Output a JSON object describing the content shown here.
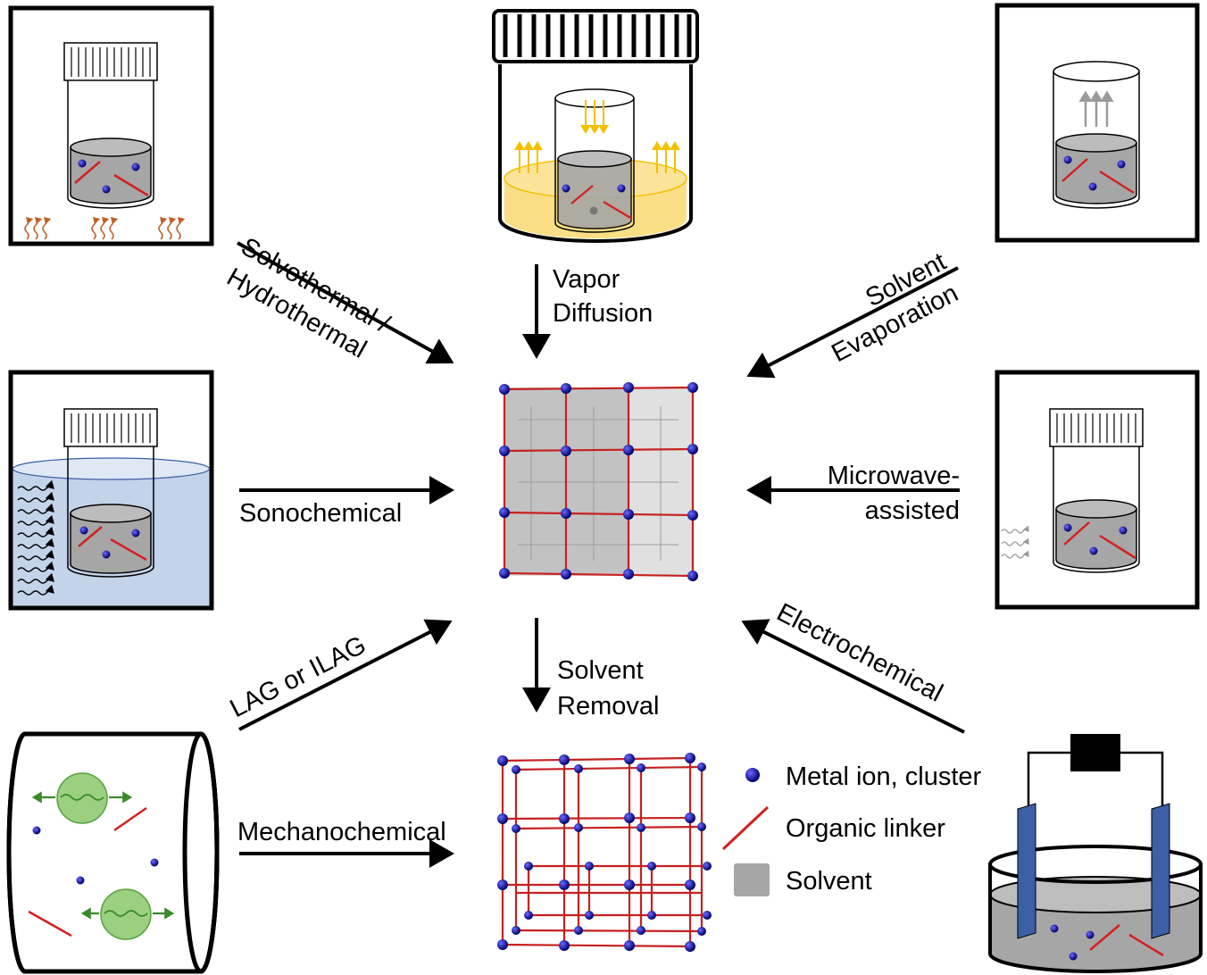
{
  "methods": {
    "solvothermal_line1": "Solvothermal /",
    "solvothermal_line2": "Hydrothermal",
    "vapor_line1": "Vapor",
    "vapor_line2": "Diffusion",
    "evaporation_line1": "Solvent",
    "evaporation_line2": "Evaporation",
    "sonochemical": "Sonochemical",
    "microwave_line1": "Microwave-",
    "microwave_line2": "assisted",
    "lag": "LAG or ILAG",
    "removal_line1": "Solvent",
    "removal_line2": "Removal",
    "electrochemical": "Electrochemical",
    "mechanochemical": "Mechanochemical"
  },
  "legend": {
    "metal": "Metal  ion, cluster",
    "linker": "Organic linker",
    "solvent": "Solvent"
  },
  "colors": {
    "metal": "#0a0a8c",
    "linker": "#d42020",
    "solvent": "#a6a6a6",
    "vapor": "#f5c000",
    "water_bath": "#c3d3ea",
    "electrode": "#3c5fa6",
    "ball": "#9ad080",
    "arrow_green": "#3a8a2a",
    "heat": "#c0602a"
  }
}
